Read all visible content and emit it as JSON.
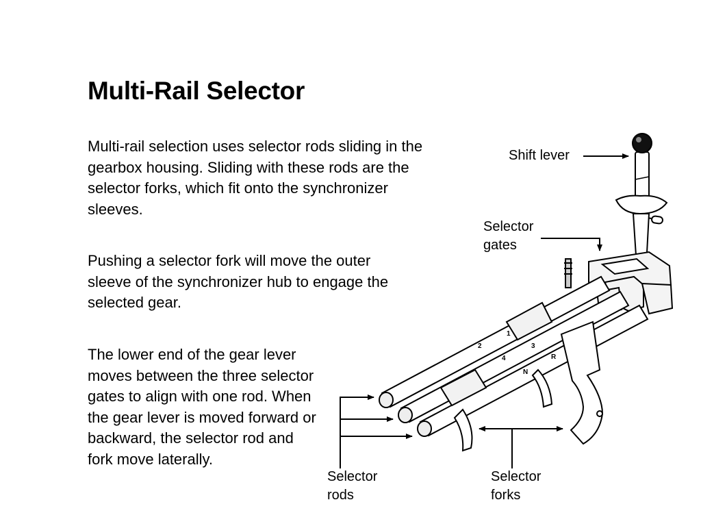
{
  "slide": {
    "title": "Multi-Rail Selector",
    "paragraphs": [
      "Multi-rail selection uses selector rods sliding in the gearbox housing. Sliding with these rods are the selector forks, which fit onto the synchronizer sleeves.",
      "Pushing a selector fork will move the outer sleeve of the synchronizer hub to engage the selected gear.",
      "The lower end of the gear lever moves between the three selector gates to align with one rod. When the gear lever is moved forward or backward, the selector rod and fork move laterally."
    ]
  },
  "diagram": {
    "labels": {
      "shift_lever": "Shift lever",
      "selector_gates": [
        "Selector",
        "gates"
      ],
      "selector_rods": [
        "Selector",
        "rods"
      ],
      "selector_forks": [
        "Selector",
        "forks"
      ]
    },
    "rod_markings": [
      "2",
      "1",
      "4",
      "3",
      "R",
      "N"
    ]
  }
}
